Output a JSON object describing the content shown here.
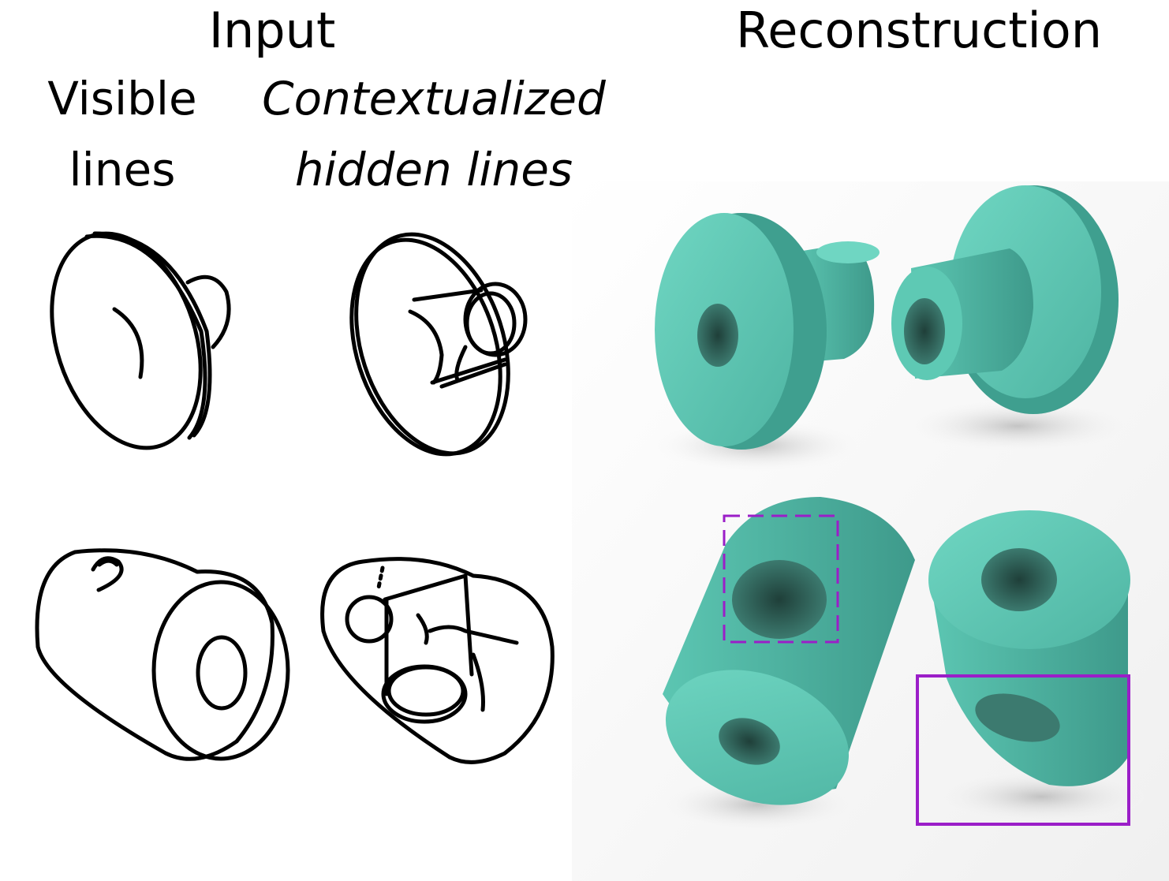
{
  "headers": {
    "input": "Input",
    "reconstruction": "Reconstruction",
    "visible_line1": "Visible",
    "visible_line2": "lines",
    "hidden_line1": "Contextualized",
    "hidden_line2": "hidden lines"
  },
  "colors": {
    "mesh": "#5ec9b4",
    "mesh_shadow": "#3f9f8f",
    "mesh_dark": "#2c5a52",
    "highlight_box": "#9b1ec8",
    "stroke": "#000000"
  }
}
